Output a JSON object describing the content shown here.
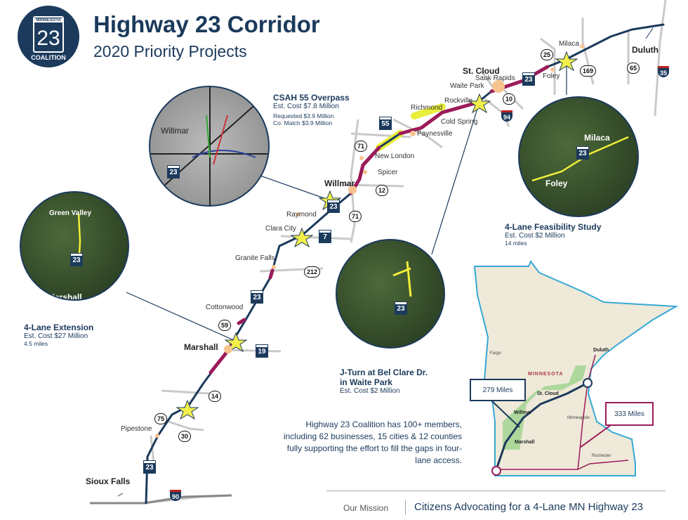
{
  "header": {
    "logo_top": "MINNESOTA",
    "logo_number": "23",
    "logo_bottom": "COALITION",
    "title": "Highway 23 Corridor",
    "subtitle": "2020 Priority Projects"
  },
  "colors": {
    "navy": "#1b3a5c",
    "maroon": "#9b1b5a",
    "highlight": "#e8ee3a",
    "star": "#f2ee4a"
  },
  "cities": {
    "sioux_falls": "Sioux Falls",
    "pipestone": "Pipestone",
    "marshall": "Marshall",
    "cottonwood": "Cottonwood",
    "granite_falls": "Granite Falls",
    "clara_city": "Clara City",
    "raymond": "Raymond",
    "willmar": "Willmar",
    "spicer": "Spicer",
    "new_london": "New London",
    "paynesville": "Paynesville",
    "richmond": "Richmond",
    "cold_spring": "Cold Spring",
    "rockville": "Rockville",
    "waite_park": "Waite Park",
    "st_cloud": "St. Cloud",
    "sauk_rapids": "Sauk Rapids",
    "foley": "Foley",
    "milaca": "Milaca",
    "duluth": "Duluth"
  },
  "shields": {
    "r25": "25",
    "r169": "169",
    "r65": "65",
    "i35": "35",
    "r10": "10",
    "i94": "94",
    "h23": "23",
    "r55": "55",
    "r71": "71",
    "r12": "12",
    "r7": "7",
    "r212": "212",
    "r59": "59",
    "r19": "19",
    "r14": "14",
    "r75": "75",
    "r30": "30",
    "i90": "90"
  },
  "projects": [
    {
      "title": "CSAH 55 Overpass",
      "cost": "Est. Cost $7.8 Million",
      "detail1": "Requested $3.9 Million",
      "detail2": "Co. Match $3.9 Million",
      "circle_label": "Willmar"
    },
    {
      "title": "4-Lane Extension",
      "cost": "Est. Cost $27 Million",
      "detail1": "4.5 miles",
      "circle_label_top": "Green Valley",
      "circle_label_bottom": "Marshall"
    },
    {
      "title_line1": "J-Turn at Bel Clare Dr.",
      "title_line2": "in Waite Park",
      "cost": "Est. Cost $2 Million"
    },
    {
      "title": "4-Lane Feasibility Study",
      "cost": "Est. Cost $2 Million",
      "detail1": "14 miles",
      "circle_label_top": "Milaca",
      "circle_label_bottom": "Foley"
    }
  ],
  "note": "Highway 23 Coalition has 100+ members, including 62 businesses, 15 cities & 12 counties fully supporting the effort to fill the gaps in four-lane access.",
  "inset": {
    "state": "MINNESOTA",
    "duluth": "Duluth",
    "st_cloud": "St. Cloud",
    "willmar": "Willmar",
    "marshall": "Marshall",
    "minneapolis": "Minneapolis",
    "rochester": "Rochester",
    "fargo": "Fargo",
    "route_a": "279 Miles",
    "route_b": "333 Miles"
  },
  "footer": {
    "mission_label": "Our Mission",
    "tagline": "Citizens Advocating for a 4-Lane MN Highway 23"
  }
}
